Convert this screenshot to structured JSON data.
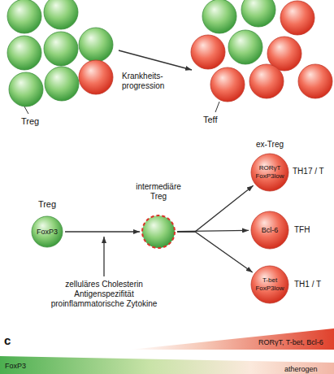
{
  "diagram": {
    "nodes": [
      {
        "text": [
          "Treg",
          "FoxP3"
        ]
      },
      {
        "text": [
          "intermediäre Treg"
        ]
      },
      {
        "text": [
          "ex-Treg",
          "RORγT FoxP3low",
          "TH17 / T"
        ]
      },
      {
        "text": [
          "Bcl-6",
          "TFH"
        ]
      },
      {
        "text": [
          "T-bet FoxP3low",
          "TH1 / T"
        ]
      }
    ],
    "edges": [
      {
        "from": 0,
        "to": 1,
        "arrow": "to"
      },
      {
        "from": 1,
        "to": 2,
        "arrow": "to"
      },
      {
        "from": 1,
        "to": 3,
        "arrow": "to"
      },
      {
        "from": 1,
        "to": 4,
        "arrow": "to"
      }
    ],
    "labels": [
      "Krankheits- progression",
      "Treg",
      "Teff",
      "zelluläres Cholesterin Antigenspezifität proinflammatorische Zytokine",
      "c",
      "RORγT, T-bet, Bcl-6",
      "FoxP3",
      "atherogen"
    ]
  }
}
